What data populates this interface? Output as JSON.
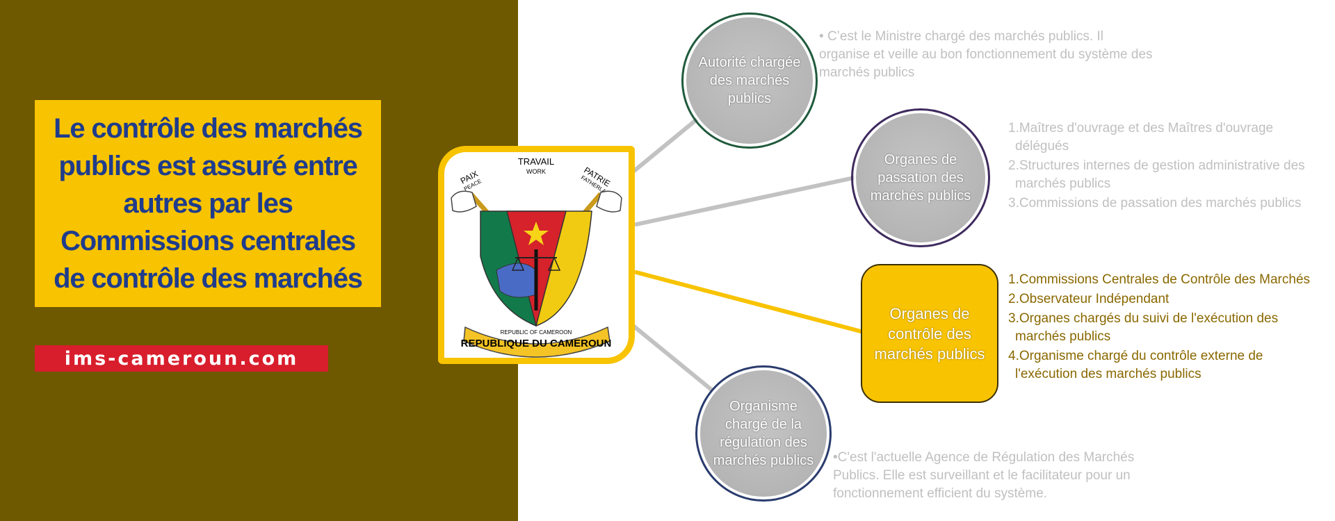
{
  "headline": "Le contrôle des marchés publics est assuré entre autres par les Commissions centrales de contrôle des marchés",
  "website": "ims-cameroun.com",
  "emblem": {
    "top_text": "TRAVAIL",
    "top_sub": "WORK",
    "left_text": "PAIX",
    "left_sub": "PEACE",
    "right_text": "PATRIE",
    "right_sub": "FATHERLAND",
    "ribbon_small": "REPUBLIC OF CAMEROON",
    "ribbon_big": "REPUBLIQUE DU CAMEROUN"
  },
  "colors": {
    "left_panel": "#6e5800",
    "highlight": "#f8c300",
    "headline_text": "#1f3c8c",
    "site_bar": "#d81e2c",
    "node_gray": "#b8b8b8",
    "desc_gray": "#c0c0c0",
    "desc_active": "#8a6800"
  },
  "nodes": [
    {
      "label": "Autorité chargée des marchés publics",
      "description": [
        "C’est le Ministre chargé des marchés publics. Il organise et veille au bon fonctionnement du système des marchés publics"
      ]
    },
    {
      "label": "Organes de passation des marchés publics",
      "description": [
        "1.Maîtres d'ouvrage et des Maîtres d'ouvrage délégués",
        "2.Structures internes de gestion administrative des marchés publics",
        "3.Commissions de passation des marchés publics"
      ]
    },
    {
      "label": "Organes de contrôle des marchés publics",
      "description": [
        "1.Commissions Centrales de Contrôle des Marchés",
        "2.Observateur Indépendant",
        "3.Organes chargés du suivi de l'exécution des marchés publics",
        "4.Organisme chargé du contrôle externe de l'exécution des marchés publics"
      ]
    },
    {
      "label": "Organisme chargé de la régulation des marchés publics",
      "description": [
        "C'est l'actuelle Agence de Régulation des Marchés Publics. Elle est surveillant et le facilitateur pour un fonctionnement efficient du système."
      ]
    }
  ]
}
